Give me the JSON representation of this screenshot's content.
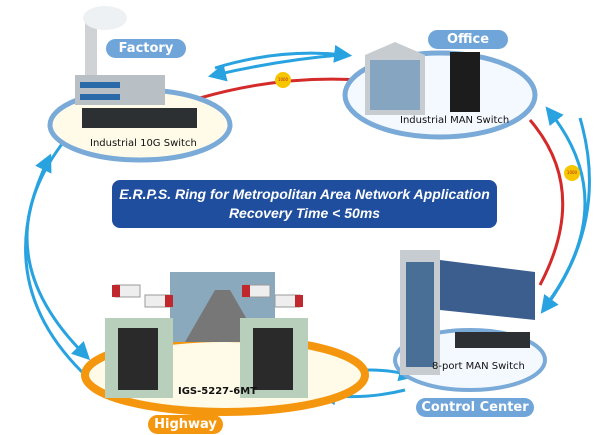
{
  "title": "E.R.P.S. Ring for Metropolitan Area Network Application",
  "subtitle": "Recovery Time < 50ms",
  "sites": {
    "factory": {
      "label": "Factory",
      "device": "Industrial 10G Switch"
    },
    "office": {
      "label": "Office",
      "device": "Industrial MAN Switch"
    },
    "control_center": {
      "label": "Control Center",
      "device": "8-port MAN Switch"
    },
    "highway": {
      "label": "Highway",
      "device": "IGS-5227-6MT"
    }
  },
  "links": [
    {
      "from": "Factory",
      "to": "Office",
      "speed": "1000"
    },
    {
      "from": "Office",
      "to": "Control Center",
      "speed": "1000"
    }
  ],
  "colors": {
    "ring_blue": "#29a3e0",
    "link_red": "#d42a2a",
    "pill_blue": "#6fa5d8",
    "pill_orange": "#f5960f",
    "banner": "#1f4e9e"
  }
}
